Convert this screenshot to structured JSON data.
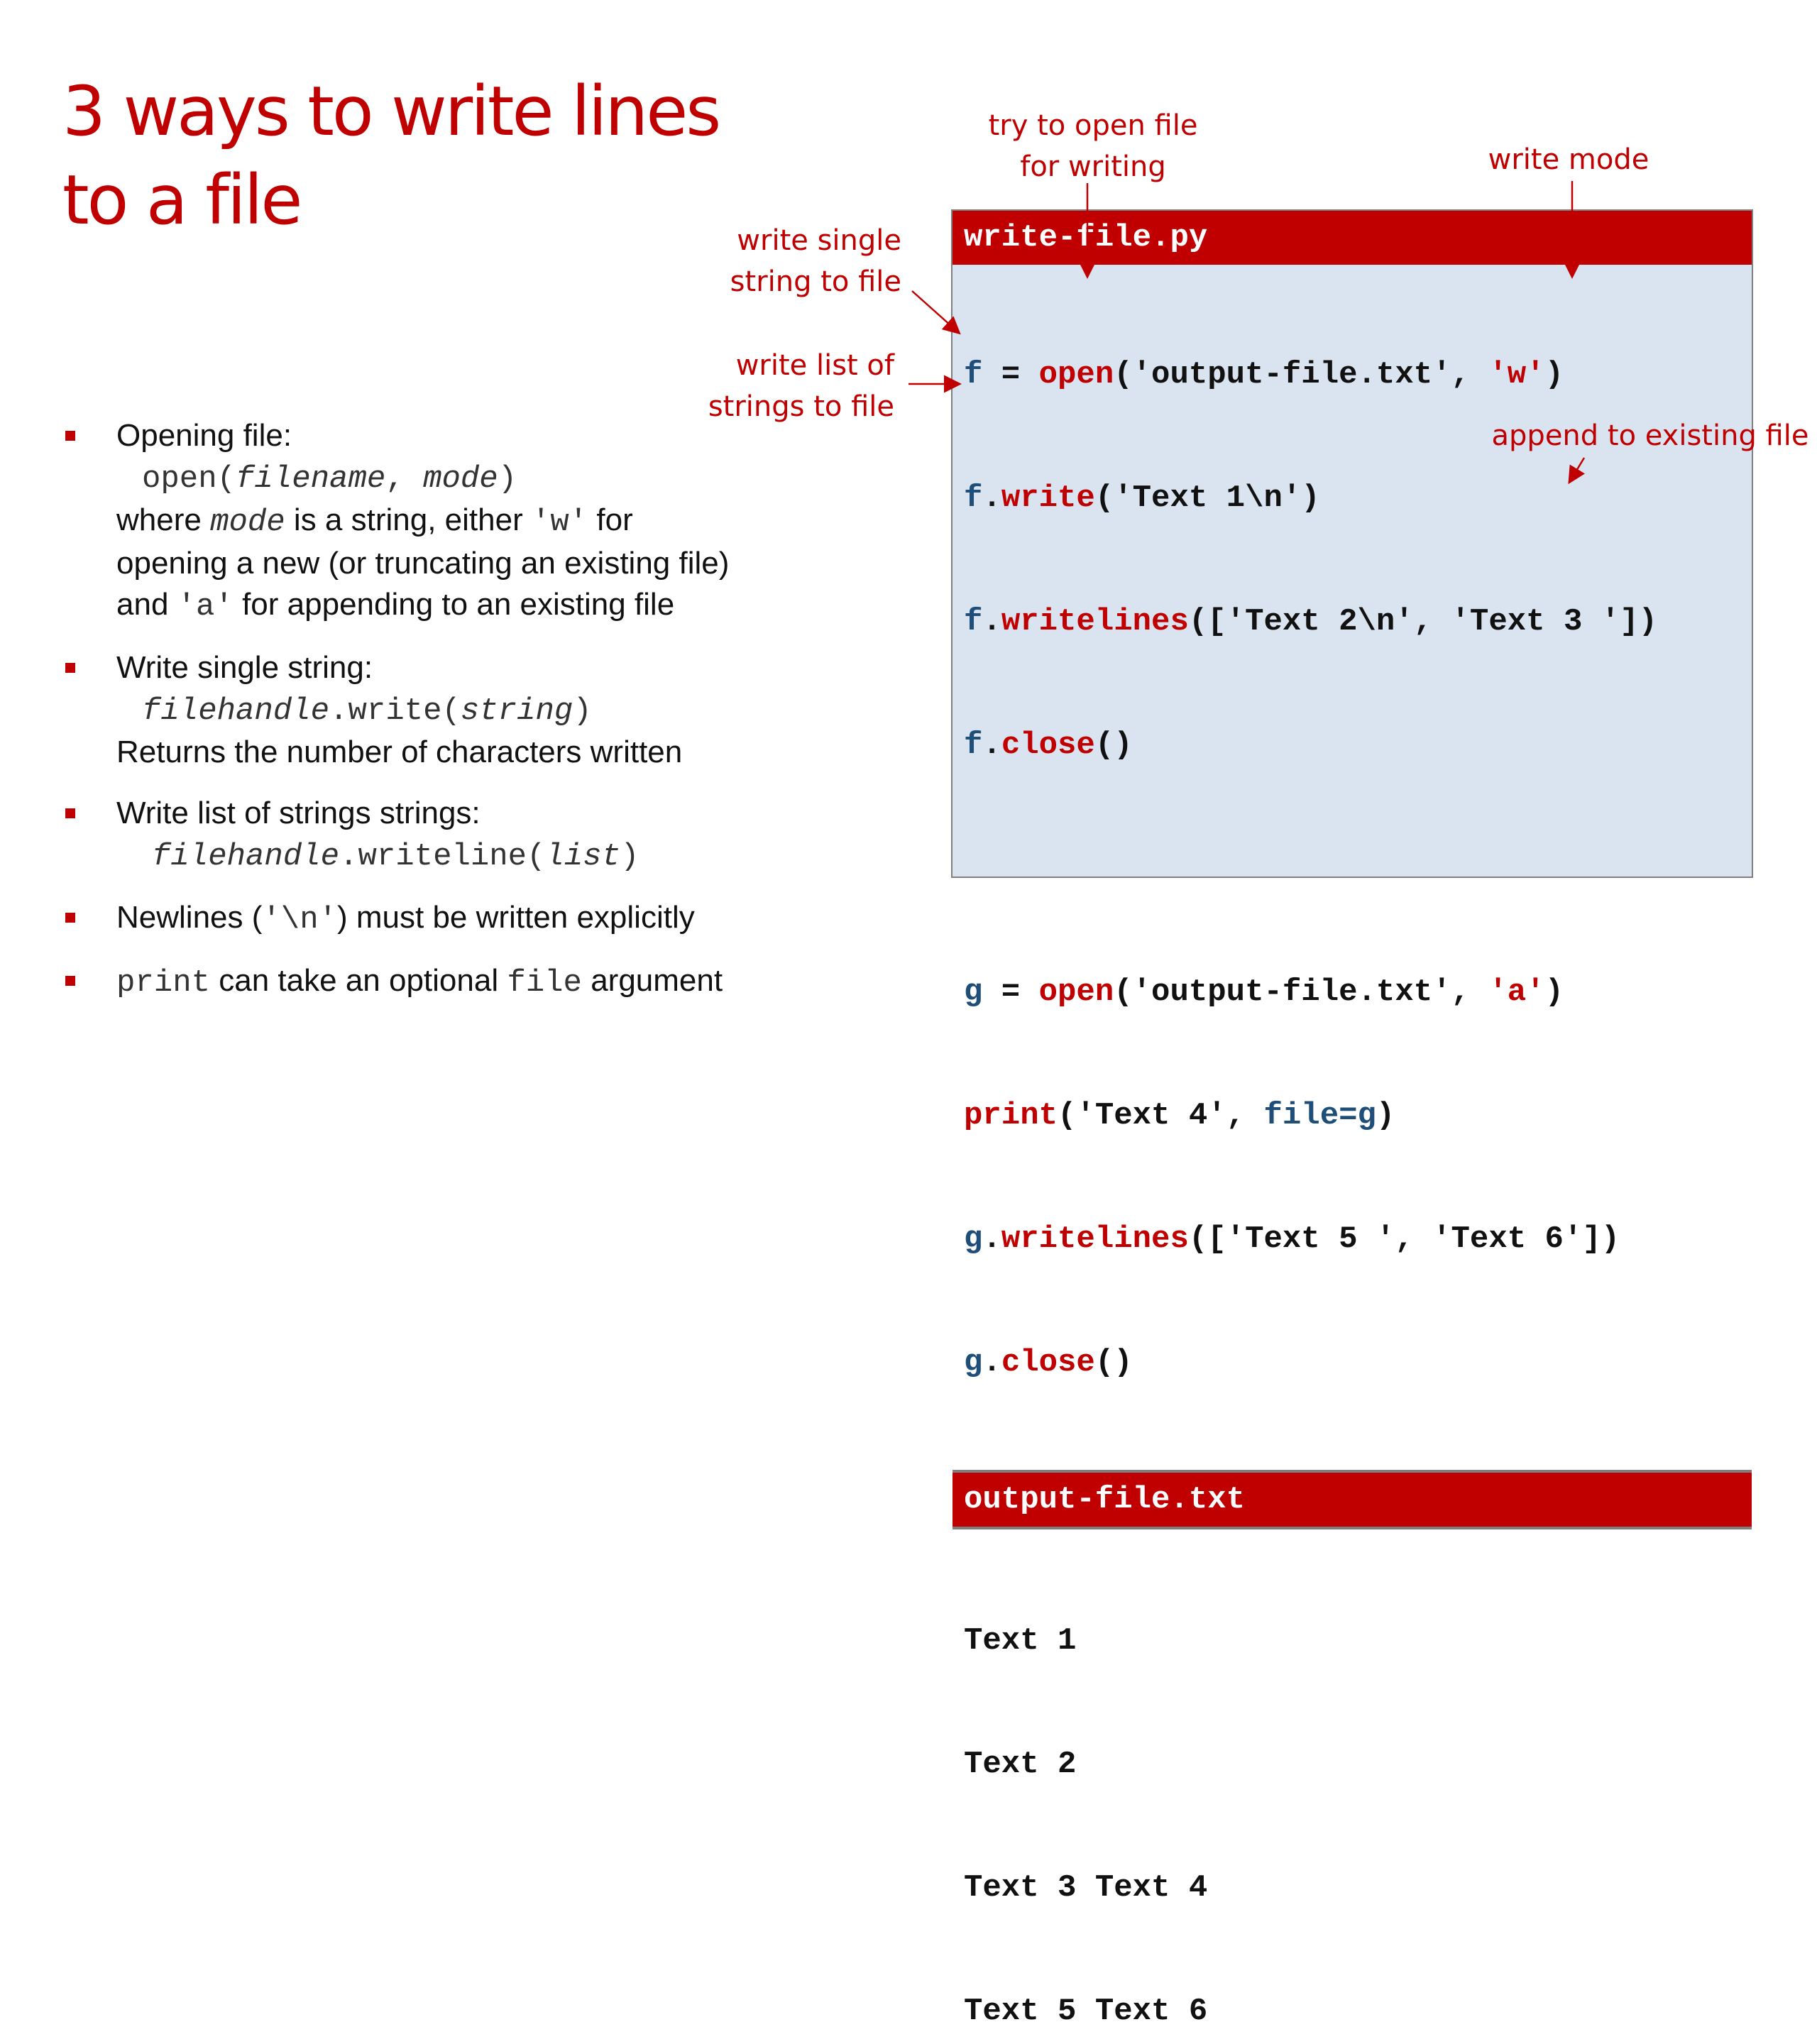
{
  "title": {
    "line1": "3 ways to write lines",
    "line2": "to a file"
  },
  "annotations": {
    "open": [
      "try to open file",
      "for writing"
    ],
    "write_mode": "write mode",
    "write_single": [
      "write single",
      "string to file"
    ],
    "write_list": [
      "write list of",
      "strings to file"
    ],
    "append": "append to existing file"
  },
  "panel": {
    "code_filename": "write-file.py",
    "output_filename": "output-file.txt",
    "code": {
      "l1": {
        "v": "f",
        "eq": " = ",
        "fn": "open",
        "a": "('output-file.txt', ",
        "m": "'w'",
        "c": ")"
      },
      "l2": {
        "v": "f",
        "dot": ".",
        "fn": "write",
        "a": "('Text 1\\n')"
      },
      "l3": {
        "v": "f",
        "dot": ".",
        "fn": "writelines",
        "a": "(['Text 2\\n', 'Text 3 '])"
      },
      "l4": {
        "v": "f",
        "dot": ".",
        "fn": "close",
        "a": "()"
      },
      "l5": {
        "v": "g",
        "eq": " = ",
        "fn": "open",
        "a": "('output-file.txt', ",
        "m": "'a'",
        "c": ")"
      },
      "l6": {
        "fn": "print",
        "a": "('Text 4', ",
        "kw": "file=g",
        "c": ")"
      },
      "l7": {
        "v": "g",
        "dot": ".",
        "fn": "writelines",
        "a": "(['Text 5 ', 'Text 6'])"
      },
      "l8": {
        "v": "g",
        "dot": ".",
        "fn": "close",
        "a": "()"
      }
    },
    "output_lines": [
      "Text 1",
      "Text 2",
      "Text 3 Text 4",
      "Text 5 Text 6"
    ]
  },
  "bullets": {
    "b1": {
      "head": "Opening file:",
      "sig_fn": "open(",
      "sig_p1": "filename",
      "sig_comma": ", ",
      "sig_p2": "mode",
      "sig_end": ")",
      "l3a": "where ",
      "l3_mode": "mode",
      "l3b": " is a string, either ",
      "l3_w": "'w'",
      "l3c": " for",
      "l4": "opening  a new (or truncating an existing file)",
      "l5a": "and ",
      "l5_a": "'a'",
      "l5b": " for appending to an existing file"
    },
    "b2": {
      "head": "Write single string:",
      "sig_obj": "filehandle",
      "sig_fn": ".write(",
      "sig_p": "string",
      "sig_end": ")",
      "note": "Returns the number of characters written"
    },
    "b3": {
      "head": "Write list of strings strings:",
      "sig_obj": "filehandle",
      "sig_fn": ".writeline(",
      "sig_p": "list",
      "sig_end": ")"
    },
    "b4": {
      "a": "Newlines (",
      "code": "'\\n'",
      "b": ") must be written explicitly"
    },
    "b5": {
      "code1": "print",
      "a": " can take an optional ",
      "code2": "file",
      "b": " argument"
    }
  }
}
